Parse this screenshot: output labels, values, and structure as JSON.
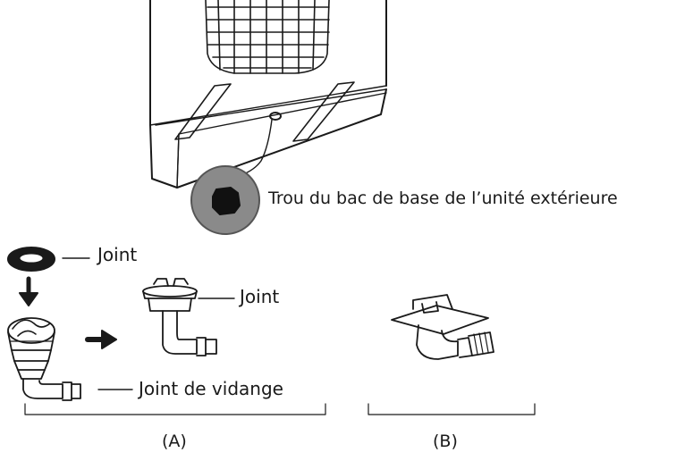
{
  "labels": {
    "base_hole": "Trou du bac de base de l’unité extérieure",
    "joint_top": "Joint",
    "joint_assembled": "Joint",
    "drain_joint": "Joint de vidange",
    "group_a": "(A)",
    "group_b": "(B)"
  },
  "colors": {
    "line": "#1a1a1a",
    "hole_disc": "#8a8a8a",
    "background": "#ffffff"
  },
  "icons": {
    "down_arrow": "down-arrow-icon",
    "right_arrow": "right-arrow-icon"
  }
}
